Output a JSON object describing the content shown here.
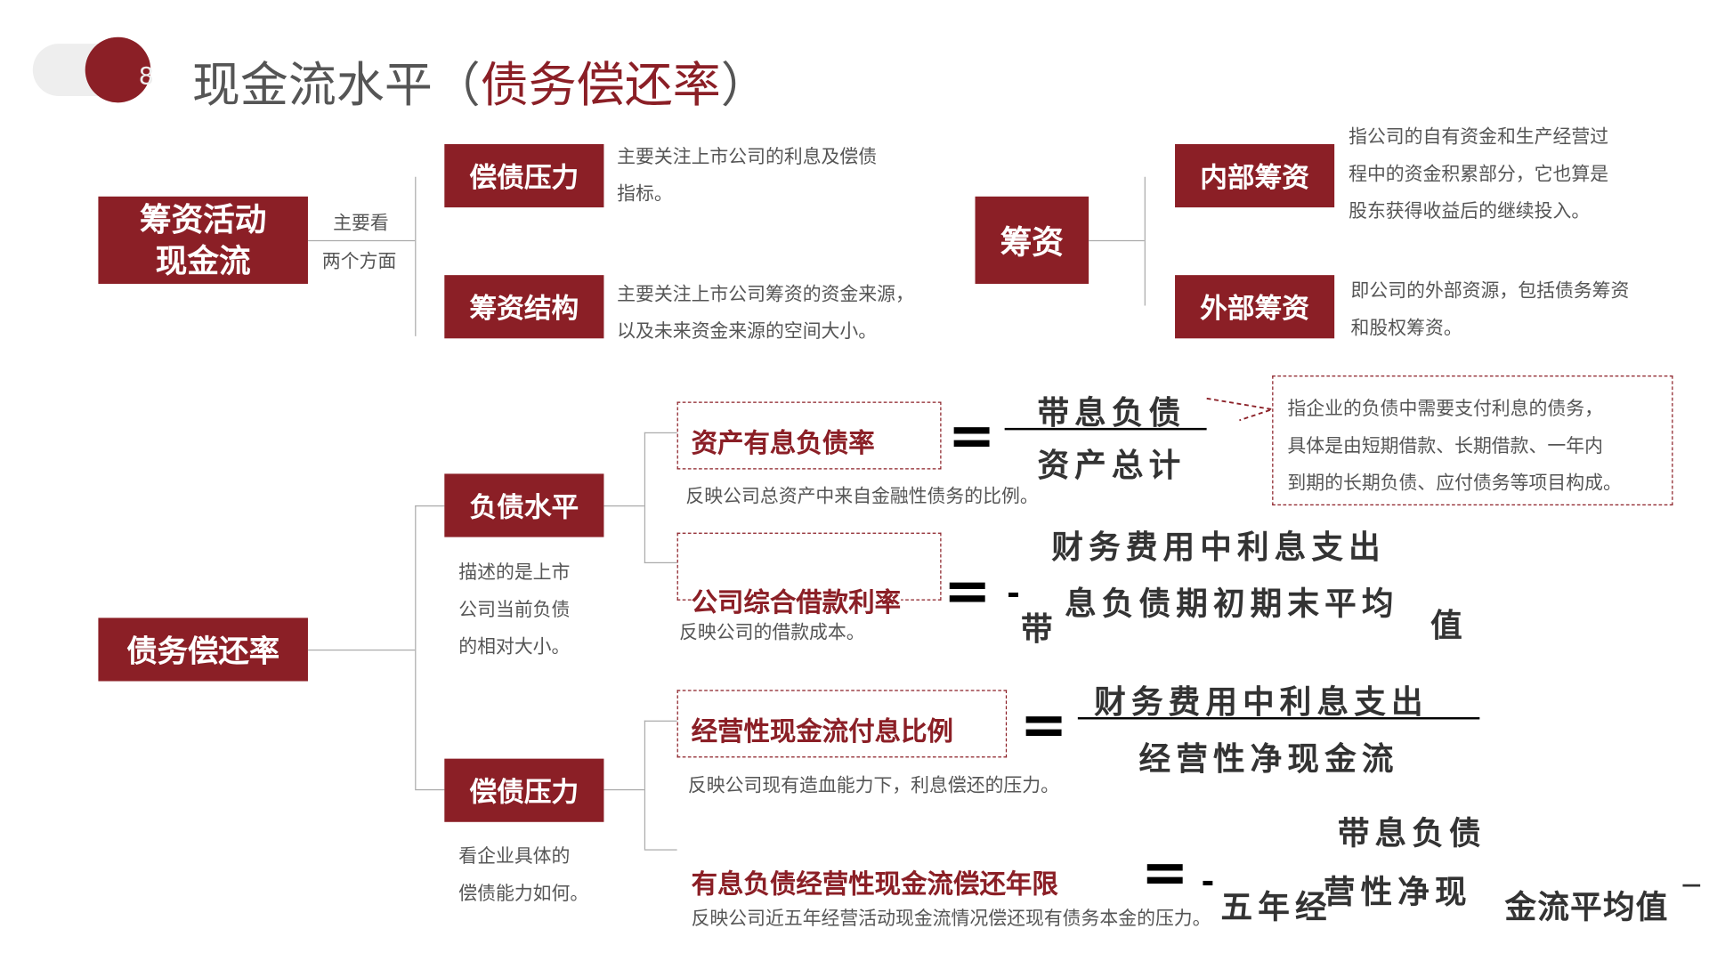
{
  "header": {
    "number": "8",
    "title_main": "现金流水平（",
    "title_accent": "债务偿还率",
    "title_end": "）"
  },
  "top_left": {
    "root": "筹资活动现金流",
    "root_line1": "筹资活动",
    "root_line2": "现金流",
    "connector_top": "主要看",
    "connector_bottom": "两个方面",
    "items": [
      {
        "label": "偿债压力",
        "desc1": "主要关注上市公司的利息及偿债",
        "desc2": "指标。"
      },
      {
        "label": "筹资结构",
        "desc1": "主要关注上市公司筹资的资金来源，",
        "desc2": "以及未来资金来源的空间大小。"
      }
    ]
  },
  "top_right": {
    "root": "筹资",
    "items": [
      {
        "label": "内部筹资",
        "desc1": "指公司的自有资金和生产经营过",
        "desc2": "程中的资金积累部分，它也算是",
        "desc3": "股东获得收益后的继续投入。"
      },
      {
        "label": "外部筹资",
        "desc1": "即公司的外部资源，包括债务筹资",
        "desc2": "和股权筹资。"
      }
    ]
  },
  "bottom": {
    "root": "债务偿还率",
    "debt_level": {
      "label": "负债水平",
      "desc1": "描述的是上市",
      "desc2": "公司当前负债",
      "desc3": "的相对大小。"
    },
    "repay_pressure": {
      "label": "偿债压力",
      "desc1": "看企业具体的",
      "desc2": "偿债能力如何。"
    },
    "formulas": [
      {
        "name": "资产有息负债率",
        "eq": "=",
        "numerator": "带息负债",
        "denominator": "资产总计",
        "desc": "反映公司总资产中来自金融性债务的比例。",
        "note1": "指企业的负债中需要支付利息的债务，",
        "note2": "具体是由短期借款、长期借款、一年内",
        "note3": "到期的长期负债、应付债务等项目构成。"
      },
      {
        "name": "公司综合借款利率",
        "eq": "=",
        "dash": "-",
        "numerator": "财务费用中利息支出",
        "den_a": "带",
        "den_b": "息负债期初期末平均",
        "den_c": "值",
        "desc": "反映公司的借款成本。"
      },
      {
        "name": "经营性现金流付息比例",
        "eq": "=",
        "numerator": "财务费用中利息支出",
        "denominator": "经营性净现金流",
        "desc": "反映公司现有造血能力下，利息偿还的压力。"
      },
      {
        "name": "有息负债经营性现金流偿还年限",
        "eq": "=",
        "dash": "-",
        "numerator": "带息负债",
        "den_a": "五年经",
        "den_b": "营性净现",
        "den_c": "金流平均值",
        "den_d": "—",
        "desc": "反映公司近五年经营活动现金流情况偿还现有债务本金的压力。"
      }
    ]
  },
  "colors": {
    "accent": "#8b1f26",
    "text": "#555555"
  }
}
